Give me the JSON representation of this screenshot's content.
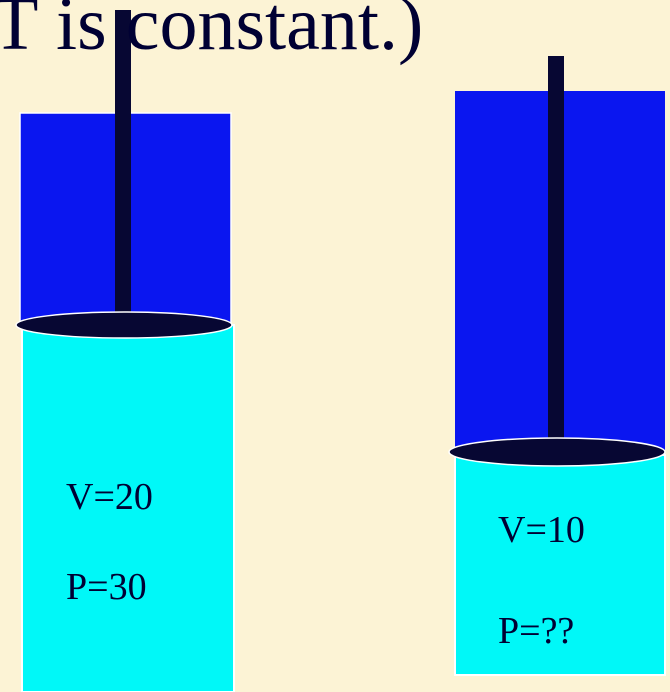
{
  "slide": {
    "heading": "T is constant.)"
  },
  "cylinders": [
    {
      "volume_label": "V=20",
      "pressure_label": "P=30"
    },
    {
      "volume_label": "V=10",
      "pressure_label": "P=??"
    }
  ],
  "colors": {
    "background": "#fcf3d5",
    "empty_space": "#0a16f0",
    "gas": "#00f8f8",
    "piston": "#070733",
    "text": "#000033"
  }
}
